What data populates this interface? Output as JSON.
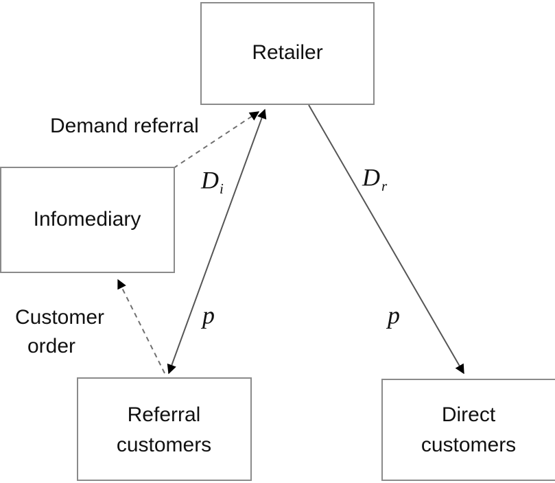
{
  "diagram": {
    "title": "Retailer-Infomediary demand referral flow diagram",
    "colors": {
      "box_stroke": "#8a8a8a",
      "edge_solid": "#555555",
      "edge_dashed": "#6f6f6f",
      "arrowhead": "#000000",
      "text": "#111111",
      "background": "#ffffff"
    },
    "nodes": [
      {
        "id": "retailer",
        "label": "Retailer",
        "lines": [
          "Retailer"
        ]
      },
      {
        "id": "infomediary",
        "label": "Infomediary",
        "lines": [
          "Infomediary"
        ]
      },
      {
        "id": "referral-customers",
        "label": "Referral customers",
        "lines": [
          "Referral",
          "customers"
        ]
      },
      {
        "id": "direct-customers",
        "label": "Direct customers",
        "lines": [
          "Direct",
          "customers"
        ]
      }
    ],
    "flow_labels": [
      {
        "id": "demand-referral",
        "lines": [
          "Demand referral"
        ]
      },
      {
        "id": "customer-order",
        "lines": [
          "Customer",
          "order"
        ]
      }
    ],
    "edge_labels": [
      {
        "id": "d-i",
        "base": "D",
        "sub": "i"
      },
      {
        "id": "d-r",
        "base": "D",
        "sub": "r"
      },
      {
        "id": "p-left",
        "base": "p",
        "sub": ""
      },
      {
        "id": "p-right",
        "base": "p",
        "sub": ""
      }
    ],
    "edges": [
      {
        "id": "infomediary-to-retailer",
        "style": "dashed",
        "label": "Demand referral",
        "from": "infomediary",
        "to": "retailer"
      },
      {
        "id": "referral-customers-to-infomediary",
        "style": "dashed",
        "label": "Customer order",
        "from": "referral-customers",
        "to": "infomediary"
      },
      {
        "id": "retailer-referral-customers",
        "style": "solid",
        "label": "Di / p",
        "from": "referral-customers",
        "to": "retailer",
        "bidirectional": true
      },
      {
        "id": "retailer-to-direct-customers",
        "style": "solid",
        "label": "Dr / p",
        "from": "retailer",
        "to": "direct-customers"
      }
    ]
  }
}
